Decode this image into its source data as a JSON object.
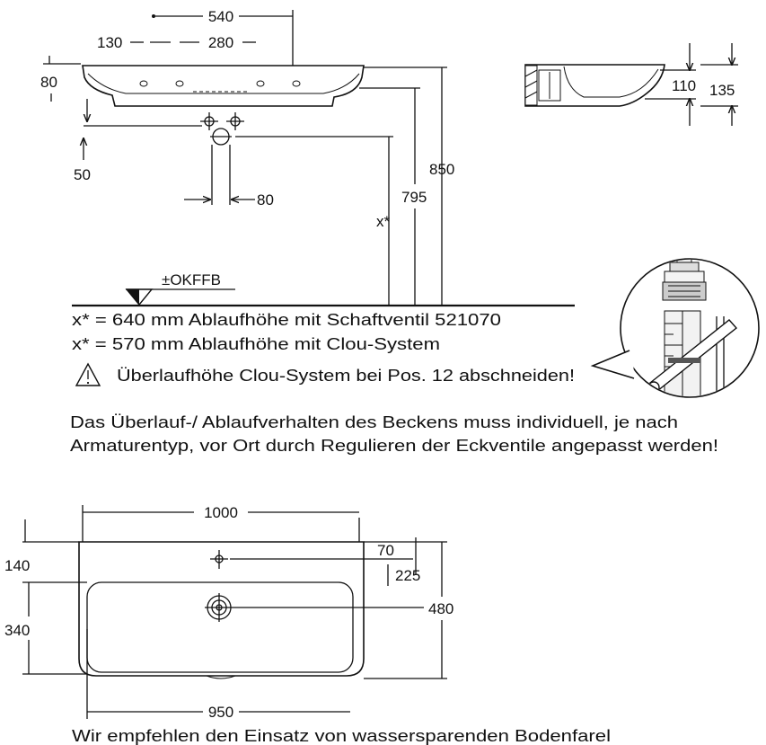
{
  "front_view": {
    "dim_540": "540",
    "dim_130": "130",
    "dim_280": "280",
    "dim_80_rim": "80",
    "dim_50": "50",
    "dim_80_drain": "80",
    "dim_850": "850",
    "dim_795": "795",
    "dim_x": "x*",
    "floor_label": "±OKFFB"
  },
  "side_view": {
    "dim_110": "110",
    "dim_135": "135"
  },
  "notes": {
    "line1": "x* = 640 mm Ablaufhöhe mit Schaftventil 521070",
    "line2": "x* = 570 mm Ablaufhöhe mit Clou-System",
    "warning": "Überlaufhöhe Clou-System bei Pos. 12 abschneiden!",
    "para1": "Das Überlauf-/ Ablaufverhalten des Beckens muss individuell, je nach",
    "para2": "Armaturentyp, vor Ort durch Regulieren der Eckventile angepasst werden!"
  },
  "top_view": {
    "dim_1000": "1000",
    "dim_70": "70",
    "dim_140": "140",
    "dim_225": "225",
    "dim_480": "480",
    "dim_340": "340",
    "dim_950": "950"
  },
  "footer": "Wir empfehlen den Einsatz von wassersparenden Bodenfarel",
  "icons": {
    "warning": "warning-icon",
    "floor_marker": "floor-level-triangle-icon"
  }
}
